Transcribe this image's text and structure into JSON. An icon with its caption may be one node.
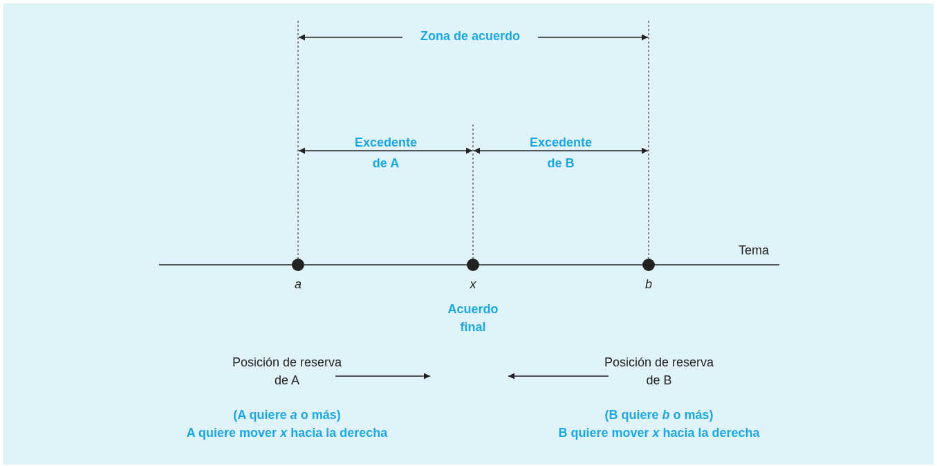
{
  "diagram": {
    "nodes": [
      {
        "text": [
          "Posición de reserva de A"
        ]
      },
      {
        "text": [
          "Posición de reserva de B"
        ]
      }
    ],
    "edges": [
      {
        "from": 0,
        "to": null,
        "arrow": "to"
      },
      {
        "from": 1,
        "to": null,
        "arrow": "to"
      }
    ],
    "labels": [
      "Zona de acuerdo",
      "Excedente de A",
      "Excedente de B",
      "Tema",
      "a",
      "x",
      "b",
      "Acuerdo final",
      "(A quiere *a* o más)",
      "A quiere mover *x* hacia la derecha",
      "(B quiere *b* o más)",
      "B quiere mover *x* hacia la derecha"
    ]
  }
}
